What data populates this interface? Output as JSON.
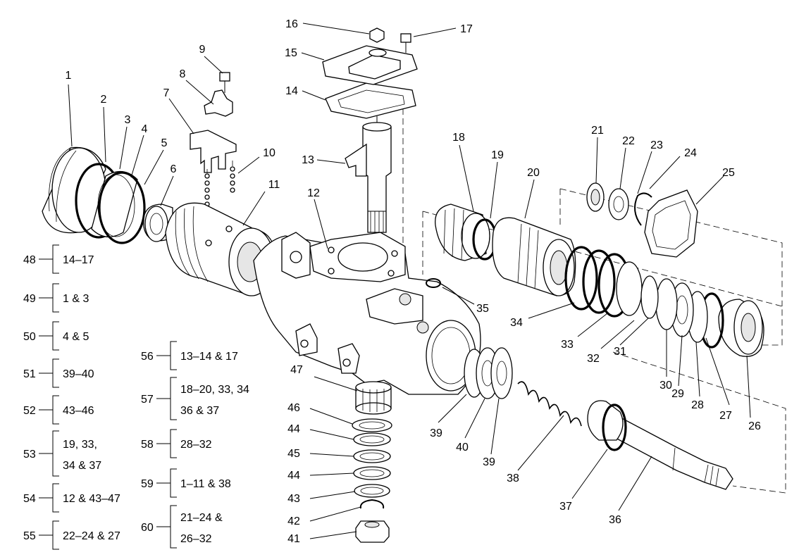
{
  "callouts": [
    "1",
    "2",
    "3",
    "4",
    "5",
    "6",
    "7",
    "8",
    "9",
    "10",
    "11",
    "12",
    "13",
    "14",
    "15",
    "16",
    "17",
    "18",
    "19",
    "20",
    "21",
    "22",
    "23",
    "24",
    "25",
    "26",
    "27",
    "28",
    "29",
    "30",
    "31",
    "32",
    "33",
    "34",
    "35",
    "36",
    "37",
    "38",
    "39",
    "39",
    "40",
    "41",
    "42",
    "43",
    "44",
    "44",
    "45",
    "46",
    "47"
  ],
  "kits": [
    {
      "num": "48",
      "lines": [
        "14–17"
      ]
    },
    {
      "num": "49",
      "lines": [
        "1 & 3"
      ]
    },
    {
      "num": "50",
      "lines": [
        "4 & 5"
      ]
    },
    {
      "num": "51",
      "lines": [
        "39–40"
      ]
    },
    {
      "num": "52",
      "lines": [
        "43–46"
      ]
    },
    {
      "num": "53",
      "lines": [
        "19, 33,",
        "34 & 37"
      ]
    },
    {
      "num": "54",
      "lines": [
        "12 & 43–47"
      ]
    },
    {
      "num": "55",
      "lines": [
        "22–24 & 27"
      ]
    },
    {
      "num": "56",
      "lines": [
        "13–14 & 17"
      ]
    },
    {
      "num": "57",
      "lines": [
        "18–20, 33, 34",
        "36 & 37"
      ]
    },
    {
      "num": "58",
      "lines": [
        "28–32"
      ]
    },
    {
      "num": "59",
      "lines": [
        "1–11 & 38"
      ]
    },
    {
      "num": "60",
      "lines": [
        "21–24 &",
        "26–32"
      ]
    }
  ]
}
